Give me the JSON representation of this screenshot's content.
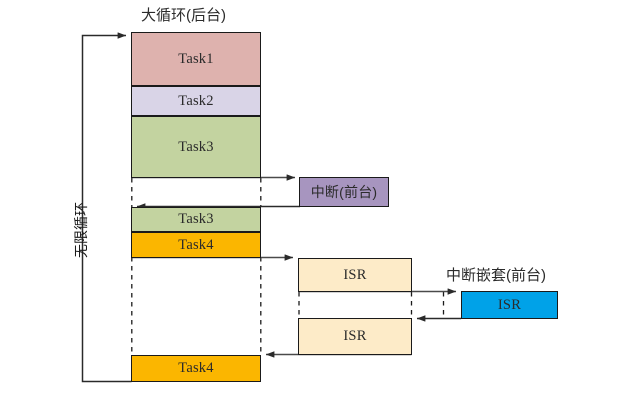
{
  "diagram": {
    "title_main": "大循环(后台)",
    "label_loop": "无限循环",
    "label_interrupt": "中断(前台)",
    "label_nested_interrupt": "中断嵌套(前台)",
    "footnote": "",
    "colors": {
      "task1": "#deb2ae",
      "task2": "#d9d4e7",
      "task3": "#c3d3a0",
      "task4": "#fbb600",
      "interrupt": "#a795bf",
      "isr": "#fdebc8",
      "isr_nested": "#00a2e8",
      "stroke": "#1a1a1a",
      "arrow": "#3f3f3f",
      "text": "#2b2b2b"
    }
  },
  "background_column": {
    "blocks": [
      {
        "name": "task1",
        "label": "Task1"
      },
      {
        "name": "task2",
        "label": "Task2"
      },
      {
        "name": "task3_first",
        "label": "Task3"
      },
      {
        "name": "task3_second",
        "label": "Task3"
      },
      {
        "name": "task4_first",
        "label": "Task4"
      },
      {
        "name": "task4_second",
        "label": "Task4"
      }
    ]
  },
  "foreground": {
    "interrupt_box": {
      "label": "中断(前台)"
    },
    "isr_boxes": [
      {
        "name": "isr-upper",
        "label": "ISR"
      },
      {
        "name": "isr-lower",
        "label": "ISR"
      }
    ],
    "nested_isr_box": {
      "label": "ISR"
    }
  }
}
